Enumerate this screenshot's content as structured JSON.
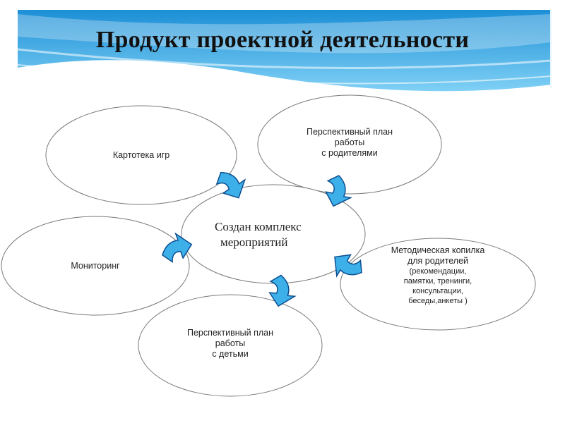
{
  "title": "Продукт проектной деятельности",
  "center": {
    "line1": "Создан комплекс",
    "line2": "мероприятий"
  },
  "nodes": {
    "card_file": {
      "lines": [
        "Картотека игр"
      ]
    },
    "plan_parents": {
      "lines": [
        "Перспективный план",
        "работы",
        "с родителями"
      ]
    },
    "monitoring": {
      "lines": [
        "Мониторинг"
      ]
    },
    "methodical": {
      "lines": [
        "Методическая копилка",
        "для родителей"
      ],
      "small_lines": [
        "(рекомендации,",
        "памятки, тренинги,",
        "консультации,",
        "беседы,анкеты )"
      ]
    },
    "plan_children": {
      "lines": [
        "Перспективный план",
        "работы",
        "с детьми"
      ]
    }
  },
  "colors": {
    "banner": "#39a7e3",
    "ellipse_stroke": "#7a7a7a",
    "arrow_fill": "#3db0ea",
    "arrow_stroke": "#0d4f8f"
  }
}
